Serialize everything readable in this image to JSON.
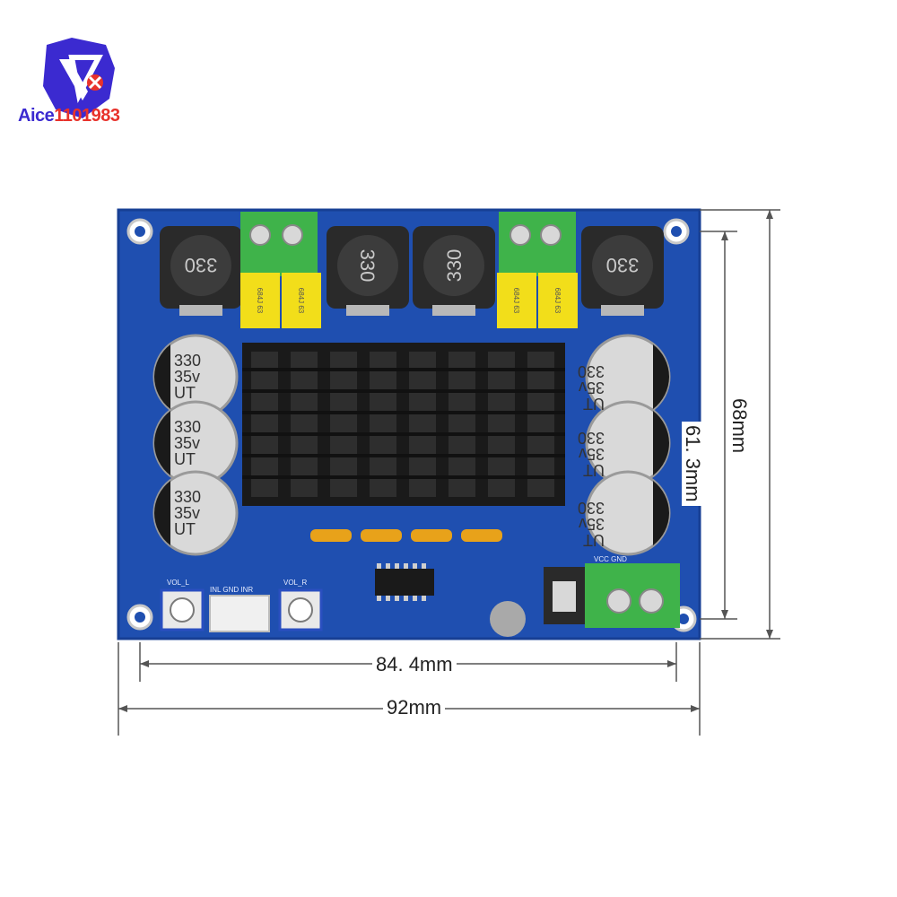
{
  "brand": {
    "name_prefix": "Aice",
    "name_suffix": "1101983",
    "colors": {
      "blue": "#3b2ad0",
      "red": "#e8322b"
    }
  },
  "dimensions": {
    "inner_width": "84. 4mm",
    "outer_width": "92mm",
    "inner_height": "61. 3mm",
    "outer_height": "68mm"
  },
  "components": {
    "capacitor_value": "330",
    "capacitor_voltage": "35v",
    "capacitor_brand": "UT",
    "inductor_marking": "330",
    "film_cap_marking": "684J 63",
    "label_vol_l": "VOL_L",
    "label_vol_r": "VOL_R",
    "label_inputs": "INL GND INR",
    "label_power": "VCC GND"
  },
  "colors": {
    "pcb": "#1f4fb0",
    "pcb_dark": "#173f94",
    "heatsink": "#1a1a1a",
    "terminal": "#3fb34a",
    "film_cap": "#f2de1a"
  }
}
